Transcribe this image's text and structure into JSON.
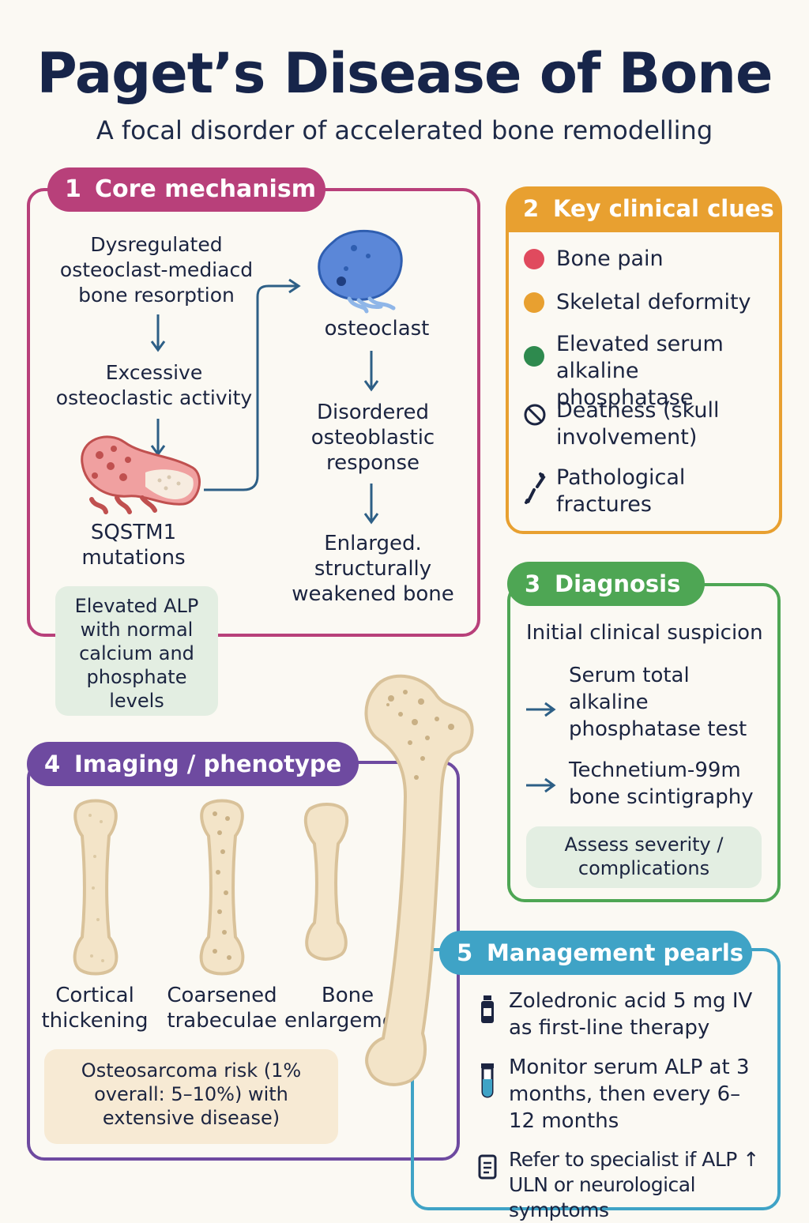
{
  "header": {
    "title": "Paget’s Disease of Bone",
    "subtitle": "A focal disorder of accelerated bone remodelling"
  },
  "colors": {
    "panel1": "#b8407a",
    "panel2": "#e8a030",
    "panel3": "#4ea654",
    "panel4": "#6e4aa0",
    "panel5": "#3fa3c6",
    "arrow": "#2d5f86"
  },
  "panel1": {
    "num": "1",
    "title": "Core mechanism",
    "step1": "Dysregulated osteoclast-mediacd bone resorption",
    "step2": "Excessive osteoclastic activity",
    "step3": "SQSTM1 mutations",
    "step4": "osteoclast",
    "step5": "Disordered osteoblastic response",
    "step6": "Enlarged. structurally weakened bone",
    "note": "Elevated ALP with normal calcium and phosphate levels"
  },
  "panel2": {
    "num": "2",
    "title": "Key clinical clues",
    "items": [
      {
        "label": "Bone pain",
        "icon": "red-dot-icon",
        "color": "#e04a5e"
      },
      {
        "label": "Skeletal deformity",
        "icon": "orange-dot-icon",
        "color": "#e8a030"
      },
      {
        "label": "Elevated serum alkaline phosphatase",
        "icon": "green-dot-icon",
        "color": "#2e8a4e"
      },
      {
        "label": "Deatness (skull involvement)",
        "icon": "no-hearing-icon",
        "color": "#1b2440"
      },
      {
        "label": "Pathological fractures",
        "icon": "broken-bone-icon",
        "color": "#1b2440"
      }
    ]
  },
  "panel3": {
    "num": "3",
    "title": "Diagnosis",
    "intro": "Initial clinical suspicion",
    "items": [
      "Serum total alkaline phosphatase test",
      "Technetium-99m bone scintigraphy"
    ],
    "note": "Assess severity / complications"
  },
  "panel4": {
    "num": "4",
    "title": "Imaging / phenotype",
    "labels": [
      "Cortical thickening",
      "Coarsened trabeculae",
      "Bone enlargement"
    ],
    "note": "Osteosarcoma risk (1% overall: 5–10%) with extensive disease)"
  },
  "panel5": {
    "num": "5",
    "title": "Management pearls",
    "items": [
      {
        "label": "Zoledronic acid 5 mg IV as first-line therapy",
        "icon": "medicine-vial-icon"
      },
      {
        "label": "Monitor serum ALP at 3 months, then every 6–12 months",
        "icon": "test-tube-icon"
      },
      {
        "label": "Refer to specialist if ALP ↑ ULN or neurological symptoms",
        "icon": "clipboard-icon"
      }
    ]
  }
}
